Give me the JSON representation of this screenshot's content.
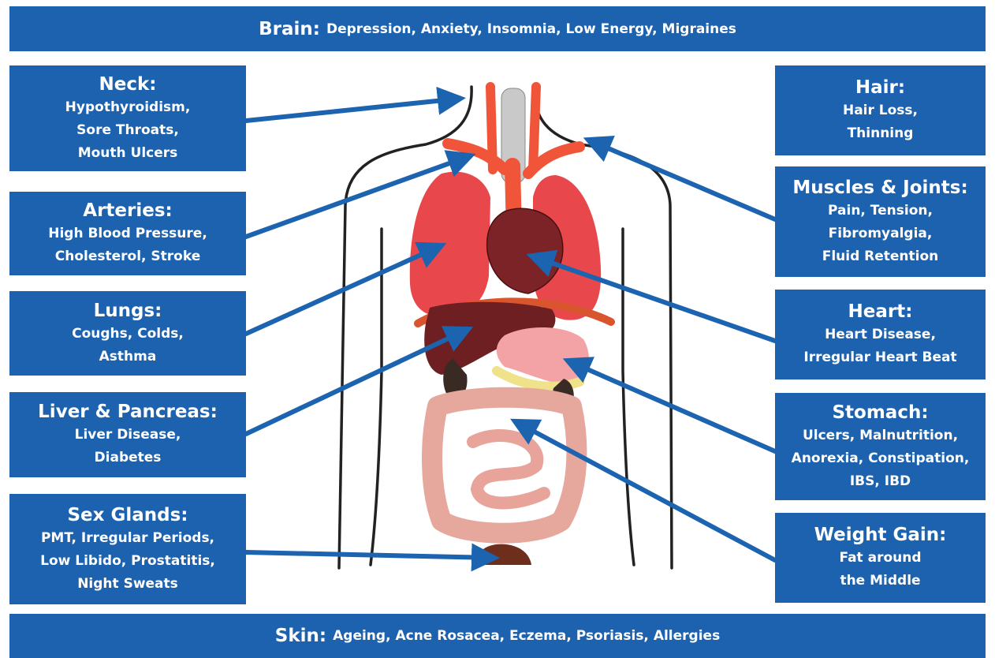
{
  "top": {
    "title": "Brain:",
    "text": "Depression, Anxiety, Insomnia, Low Energy, Migraines"
  },
  "bottom": {
    "title": "Skin:",
    "text": "Ageing, Acne Rosacea, Eczema, Psoriasis, Allergies"
  },
  "left": [
    {
      "title": "Neck:",
      "lines": [
        "Hypothyroidism,",
        "Sore Throats,",
        "Mouth Ulcers"
      ]
    },
    {
      "title": "Arteries:",
      "lines": [
        "High Blood Pressure,",
        "Cholesterol, Stroke"
      ]
    },
    {
      "title": "Lungs:",
      "lines": [
        "Coughs, Colds,",
        "Asthma"
      ]
    },
    {
      "title": "Liver & Pancreas:",
      "lines": [
        "Liver Disease,",
        "Diabetes"
      ]
    },
    {
      "title": "Sex Glands:",
      "lines": [
        "PMT, Irregular Periods,",
        "Low Libido, Prostatitis,",
        "Night Sweats"
      ]
    }
  ],
  "right": [
    {
      "title": "Hair:",
      "lines": [
        "Hair Loss,",
        "Thinning"
      ]
    },
    {
      "title": "Muscles & Joints:",
      "lines": [
        "Pain, Tension,",
        "Fibromyalgia,",
        "Fluid Retention"
      ]
    },
    {
      "title": "Heart:",
      "lines": [
        "Heart Disease,",
        "Irregular Heart Beat"
      ]
    },
    {
      "title": "Stomach:",
      "lines": [
        "Ulcers, Malnutrition,",
        "Anorexia, Constipation,",
        "IBS, IBD"
      ]
    },
    {
      "title": "Weight Gain:",
      "lines": [
        "Fat around",
        "the Middle"
      ]
    }
  ],
  "colors": {
    "panel": "#1d62ae",
    "arrow": "#1c63b0",
    "lung": "#e8474c",
    "artery": "#f0553a",
    "liver": "#6d1f22",
    "stomach": "#f3a3a6",
    "intestine": "#e6a79c"
  }
}
